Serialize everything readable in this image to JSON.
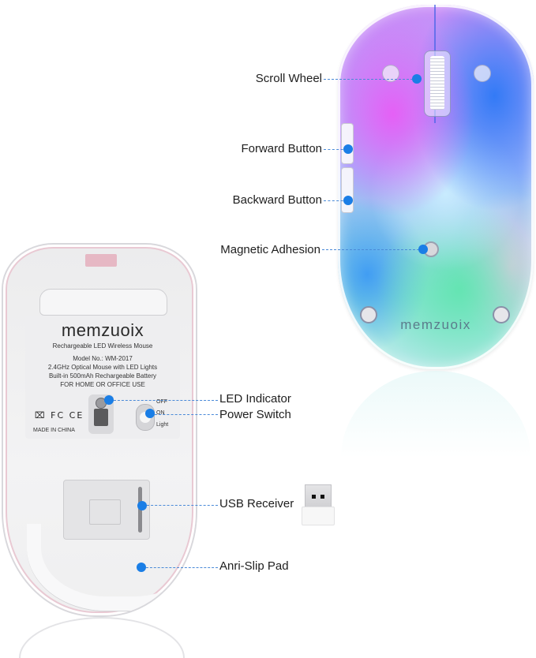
{
  "top_view": {
    "brand": "memzuoix",
    "callouts": [
      {
        "id": "scroll-wheel",
        "label": "Scroll Wheel"
      },
      {
        "id": "forward-button",
        "label": "Forward Button"
      },
      {
        "id": "backward-button",
        "label": "Backward Button"
      },
      {
        "id": "magnetic-adhesion",
        "label": "Magnetic Adhesion"
      }
    ]
  },
  "bottom_view": {
    "sticker": {
      "brand": "memzuoix",
      "subtitle": "Rechargeable LED Wireless Mouse",
      "lines": [
        "Model No.: WM-2017",
        "2.4GHz Optical Mouse with LED Lights",
        "Built-in 500mAh Rechargeable Battery",
        "FOR HOME OR OFFICE USE"
      ],
      "certifications": "⌧ FC CE",
      "origin": "MADE IN CHINA"
    },
    "switch_positions": [
      "OFF",
      "ON",
      "Light"
    ],
    "callouts": [
      {
        "id": "led-indicator",
        "label": "LED Indicator"
      },
      {
        "id": "power-switch",
        "label": "Power Switch"
      },
      {
        "id": "usb-receiver",
        "label": "USB Receiver"
      },
      {
        "id": "anti-slip-pad",
        "label": "Anri-Slip Pad"
      }
    ]
  },
  "colors": {
    "callout_dot": "#1a7ee6",
    "callout_line": "#4a8ad8",
    "label_text": "#1e1e1e"
  }
}
